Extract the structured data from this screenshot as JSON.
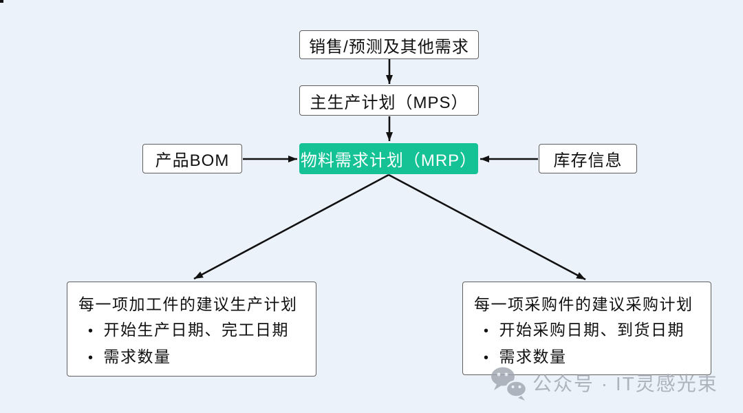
{
  "colors": {
    "background": "#EBF2FA",
    "box_fill": "#ffffff",
    "box_border": "#5f5f5f",
    "accent_green": "#14C295",
    "arrow": "#111111",
    "watermark_gray": "#9FA5AE"
  },
  "nodes": {
    "sales": {
      "label": "销售/预测及其他需求"
    },
    "mps": {
      "label": "主生产计划（MPS）"
    },
    "mrp": {
      "label": "物料需求计划（MRP）"
    },
    "bom": {
      "label": "产品BOM"
    },
    "inventory": {
      "label": "库存信息"
    },
    "production_plan": {
      "title": "每一项加工件的建议生产计划",
      "bullet_char": "•",
      "bullets": [
        "开始生产日期、完工日期",
        "需求数量"
      ]
    },
    "purchase_plan": {
      "title": "每一项采购件的建议采购计划",
      "bullet_char": "•",
      "bullets": [
        "开始采购日期、到货日期",
        "需求数量"
      ]
    }
  },
  "watermark": {
    "icon": "wechat-icon",
    "text": "公众号 · IT灵感光束"
  }
}
